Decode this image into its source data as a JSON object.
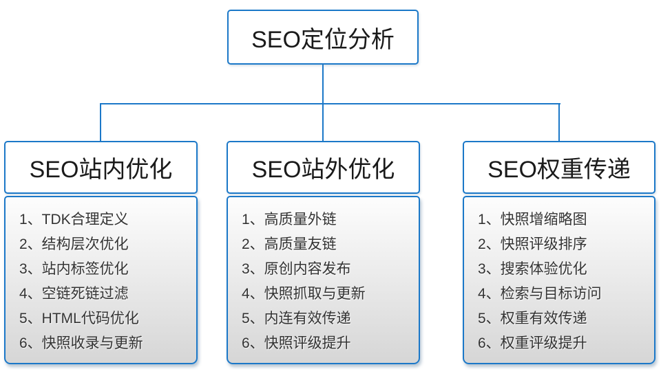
{
  "diagram": {
    "root": {
      "title": "SEO定位分析"
    },
    "columns": [
      {
        "title": "SEO站内优化",
        "items": [
          "1、TDK合理定义",
          "2、结构层次优化",
          "3、站内标签优化",
          "4、空链死链过滤",
          "5、HTML代码优化",
          "6、快照收录与更新"
        ]
      },
      {
        "title": "SEO站外优化",
        "items": [
          "1、高质量外链",
          "2、高质量友链",
          "3、原创内容发布",
          "4、快照抓取与更新",
          "5、内连有效传递",
          "6、快照评级提升"
        ]
      },
      {
        "title": "SEO权重传递",
        "items": [
          "1、快照增缩略图",
          "2、快照评级排序",
          "3、搜索体验优化",
          "4、检索与目标访问",
          "5、权重有效传递",
          "6、权重评级提升"
        ]
      }
    ],
    "colors": {
      "border_blue": "#1b78c8",
      "text_dark": "#262626",
      "body_grad_top": "#fdfdfd",
      "body_grad_mid": "#ececec",
      "body_grad_bottom": "#d6d6d6"
    }
  }
}
